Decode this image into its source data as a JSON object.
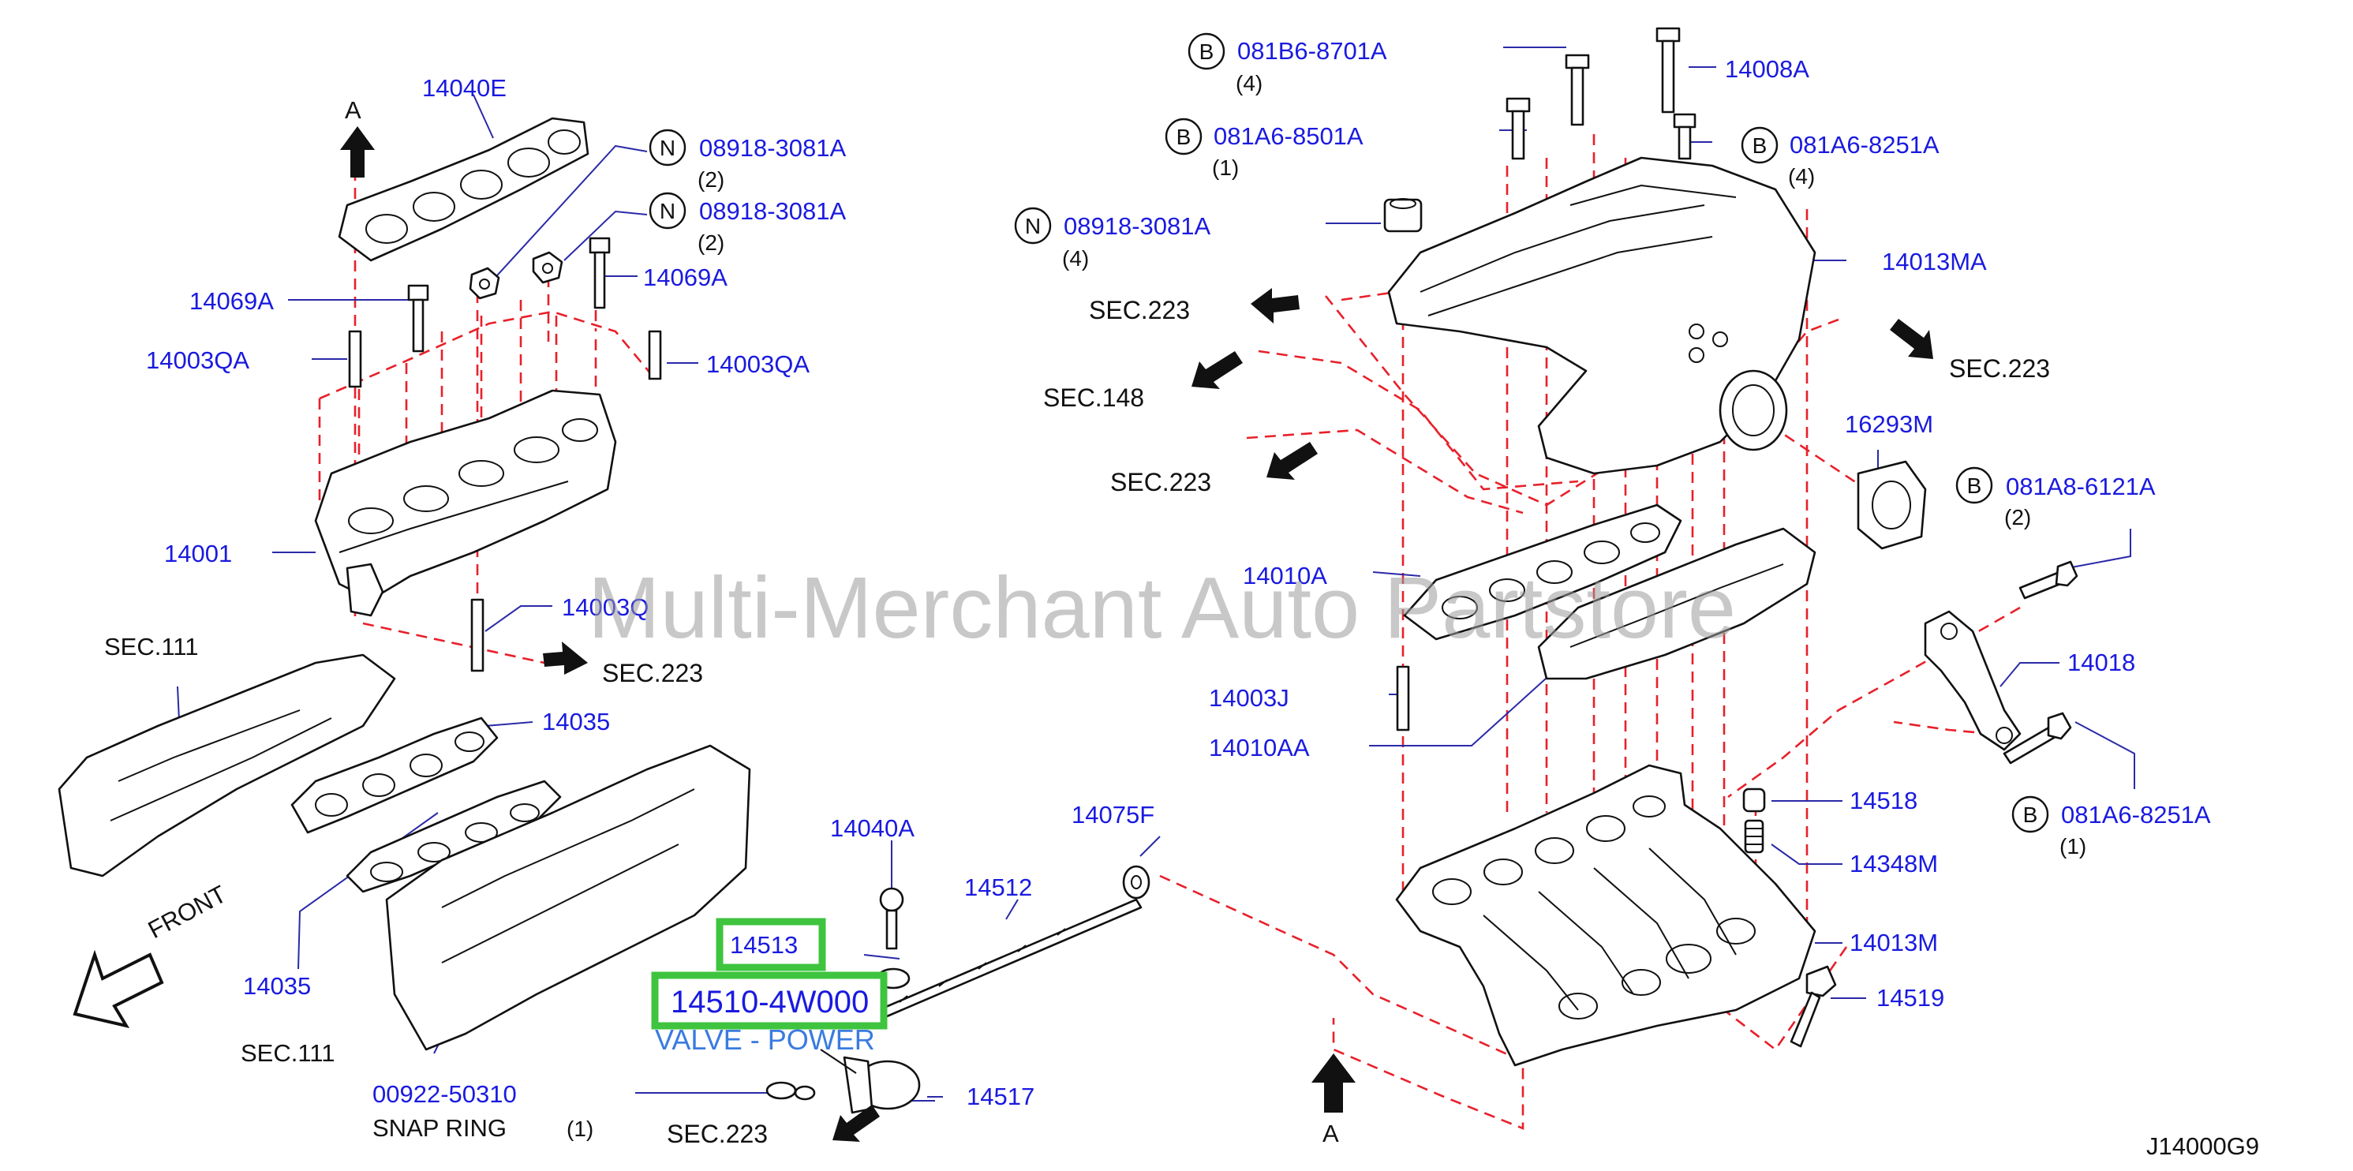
{
  "diagram_id": "J14000G9",
  "watermark": "Multi-Merchant Auto Partstore",
  "highlight": {
    "box1": "14513",
    "box2": "14510-4W000",
    "valve_label": "VALVE - POWER"
  },
  "labels": {
    "p14040E": "14040E",
    "p08918a": "08918-3081A",
    "q2a": "(2)",
    "p08918b": "08918-3081A",
    "q2b": "(2)",
    "p14069A_r": "14069A",
    "p14069A_l": "14069A",
    "p14003QA_l": "14003QA",
    "p14003QA_r": "14003QA",
    "p14001": "14001",
    "p14003Q": "14003Q",
    "p14035_a": "14035",
    "p14035_b": "14035",
    "p14040A": "14040A",
    "p14075F": "14075F",
    "p14512": "14512",
    "p14517": "14517",
    "p00922": "00922-50310",
    "snap_ring": "SNAP  RING",
    "q1_snap": "(1)",
    "p081B6": "081B6-8701A",
    "q4_b6": "(4)",
    "p14008A": "14008A",
    "p081A6_8501": "081A6-8501A",
    "q1_8501": "(1)",
    "p081A6_8251a": "081A6-8251A",
    "q4_8251": "(4)",
    "p08918c": "08918-3081A",
    "q4_n": "(4)",
    "p14013MA": "14013MA",
    "p16293M": "16293M",
    "p081A8": "081A8-6121A",
    "q2_a8": "(2)",
    "p14010A": "14010A",
    "p14003J": "14003J",
    "p14010AA": "14010AA",
    "p14018": "14018",
    "p081A6_8251b": "081A6-8251A",
    "q1_8251b": "(1)",
    "p14518": "14518",
    "p14348M": "14348M",
    "p14013M": "14013M",
    "p14519": "14519",
    "sec223_1": "SEC.223",
    "sec148": "SEC.148",
    "sec223_2": "SEC.223",
    "sec223_3": "SEC.223",
    "sec223_4": "SEC.223",
    "sec223_5": "SEC.223",
    "sec111_1": "SEC.111",
    "sec111_2": "SEC.111",
    "front": "FRONT",
    "arrow_a_top": "A",
    "arrow_a_bottom": "A",
    "circ_N1": "N",
    "circ_N2": "N",
    "circ_N3": "N",
    "circ_B1": "B",
    "circ_B2": "B",
    "circ_B3": "B",
    "circ_B4": "B",
    "circ_B5": "B"
  },
  "colors": {
    "part_number": "#1a1ae0",
    "dash_line": "#e8202a",
    "highlight_box": "#3ec43e"
  }
}
